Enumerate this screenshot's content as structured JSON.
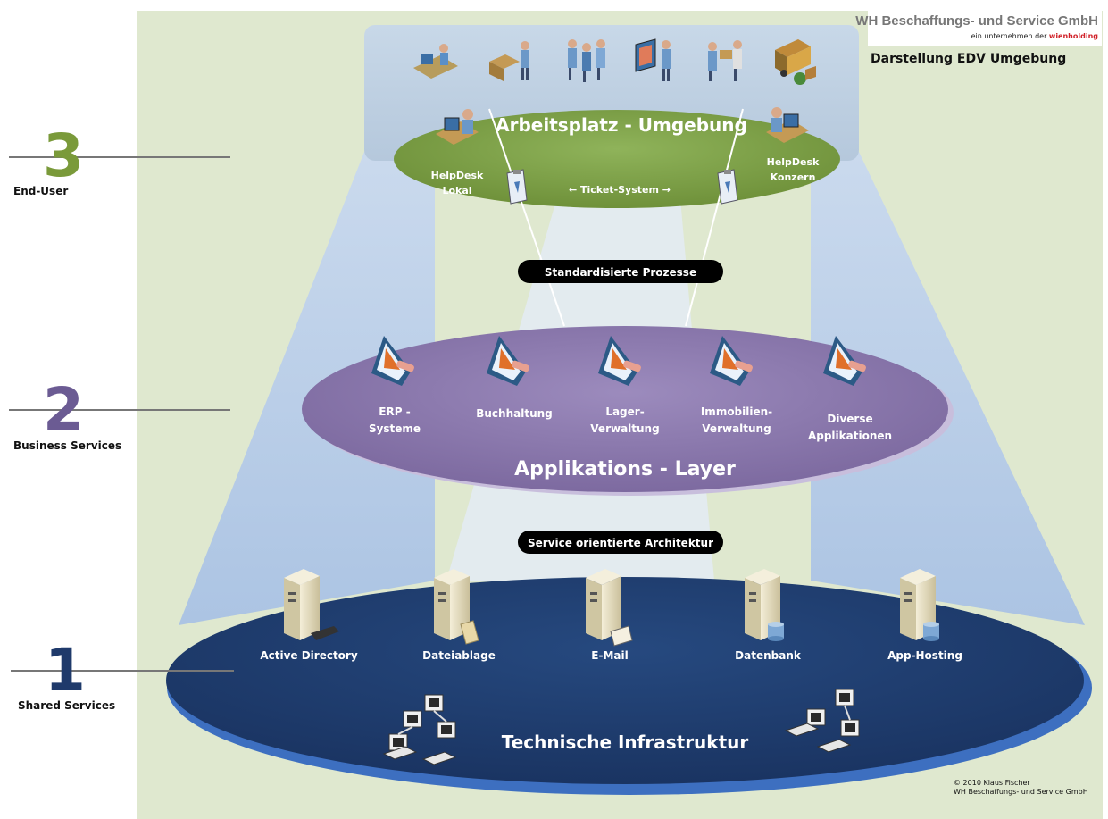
{
  "header": {
    "company_name": "WH Beschaffungs- und Service GmbH",
    "company_tagline_prefix": "ein unternehmen der",
    "company_tagline_brand": "wienholding",
    "subtitle": "Darstellung EDV Umgebung"
  },
  "levels": [
    {
      "number": "3",
      "label": "End-User",
      "color": "#7a9a3a"
    },
    {
      "number": "2",
      "label": "Business Services",
      "color": "#6b5b93"
    },
    {
      "number": "1",
      "label": "Shared Services",
      "color": "#1f3a6b"
    }
  ],
  "end_user": {
    "title": "Arbeitsplatz - Umgebung",
    "helpdesk_local_line1": "HelpDesk",
    "helpdesk_local_line2": "Lokal",
    "helpdesk_group_line1": "HelpDesk",
    "helpdesk_group_line2": "Konzern",
    "ticket_system": "← Ticket-System →",
    "icons": [
      "workstation-user-icon",
      "package-handler-icon",
      "group-of-people-icon",
      "presenter-icon",
      "meeting-icon",
      "delivery-truck-icon"
    ]
  },
  "connectors": {
    "standard_processes": "Standardisierte Prozesse",
    "soa": "Service  orientierte Architektur"
  },
  "application_layer": {
    "title": "Applikations - Layer",
    "apps": [
      {
        "line1": "ERP -",
        "line2": "Systeme"
      },
      {
        "line1": "Buchhaltung",
        "line2": ""
      },
      {
        "line1": "Lager-",
        "line2": "Verwaltung"
      },
      {
        "line1": "Immobilien-",
        "line2": "Verwaltung"
      },
      {
        "line1": "Diverse",
        "line2": "Applikationen"
      }
    ]
  },
  "infrastructure": {
    "title": "Technische Infrastruktur",
    "services": [
      "Active Directory",
      "Dateiablage",
      "E-Mail",
      "Datenbank",
      "App-Hosting"
    ]
  },
  "footer": {
    "copyright_line1": "© 2010 Klaus Fischer",
    "copyright_line2": "WH Beschaffungs- und Service GmbH"
  },
  "colors": {
    "background": "#dfe8cf",
    "end_user_ellipse": "#7a9c43",
    "app_ellipse": "#8a78ab",
    "infra_ellipse": "#1f3f74",
    "beam": "#b8cde8"
  }
}
